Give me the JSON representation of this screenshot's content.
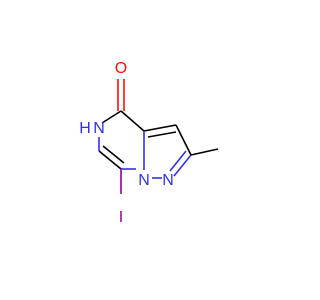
{
  "atoms": {
    "oxygen": {
      "label": "O",
      "color": "#ff0d0d"
    },
    "nh": {
      "label": "H",
      "color": "#3030f0"
    },
    "n_ring": {
      "label": "N",
      "color": "#3030f0"
    },
    "n_bridge": {
      "label": "N",
      "color": "#3030f0"
    },
    "n_top": {
      "label": "N",
      "color": "#3030f0"
    },
    "iodine": {
      "label": "I",
      "color": "#940094"
    }
  }
}
